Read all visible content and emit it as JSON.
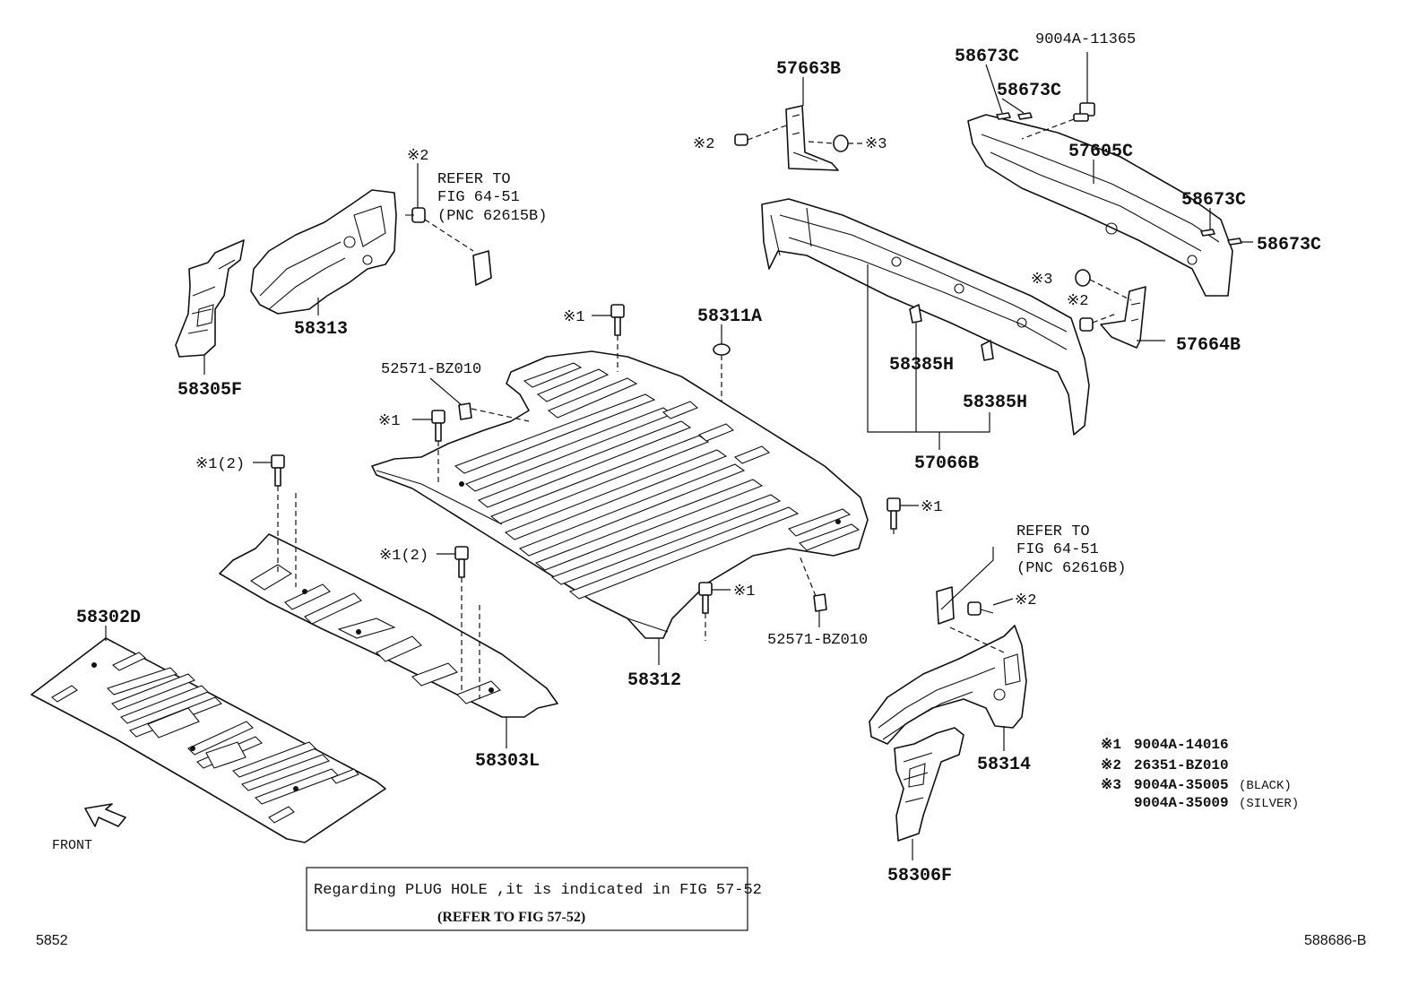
{
  "parts": {
    "p58305F": "58305F",
    "p58313": "58313",
    "p57663B": "57663B",
    "p58673C_1": "58673C",
    "p58673C_2": "58673C",
    "p58673C_3": "58673C",
    "p58673C_4": "58673C",
    "p9004A_11365": "9004A-11365",
    "p57605C": "57605C",
    "p57664B": "57664B",
    "p58385H_1": "58385H",
    "p58385H_2": "58385H",
    "p57066B": "57066B",
    "p58311A": "58311A",
    "p52571_1": "52571-BZ010",
    "p52571_2": "52571-BZ010",
    "p58312": "58312",
    "p58302D": "58302D",
    "p58303L": "58303L",
    "p58314": "58314",
    "p58306F": "58306F"
  },
  "refs": {
    "ref1_line1": "REFER TO",
    "ref1_line2": "FIG 64-51",
    "ref1_line3": "(PNC 62615B)",
    "ref2_line1": "REFER TO",
    "ref2_line2": "FIG 64-51",
    "ref2_line3": "(PNC 62616B)"
  },
  "marks": {
    "m2_a": "※2",
    "m2_b": "※2",
    "m3_a": "※3",
    "m3_b": "※3",
    "m2_c": "※2",
    "m1_a": "※1",
    "m1_b": "※1",
    "m1_c": "※1(2)",
    "m1_d": "※1(2)",
    "m1_e": "※1",
    "m1_f": "※1",
    "m2_d": "※2"
  },
  "legend": {
    "l1_mark": "※1",
    "l1_part": "9004A-14016",
    "l2_mark": "※2",
    "l2_part": "26351-BZ010",
    "l3_mark": "※3",
    "l3_part_a": "9004A-35005",
    "l3_note_a": "(BLACK)",
    "l3_part_b": "9004A-35009",
    "l3_note_b": "(SILVER)"
  },
  "note": {
    "line1": "Regarding PLUG HOLE ,it is indicated in FIG 57-52",
    "line2": "(REFER TO FIG 57-52)"
  },
  "front_label": "FRONT",
  "footer": {
    "left": "5852",
    "right": "588686-B"
  }
}
